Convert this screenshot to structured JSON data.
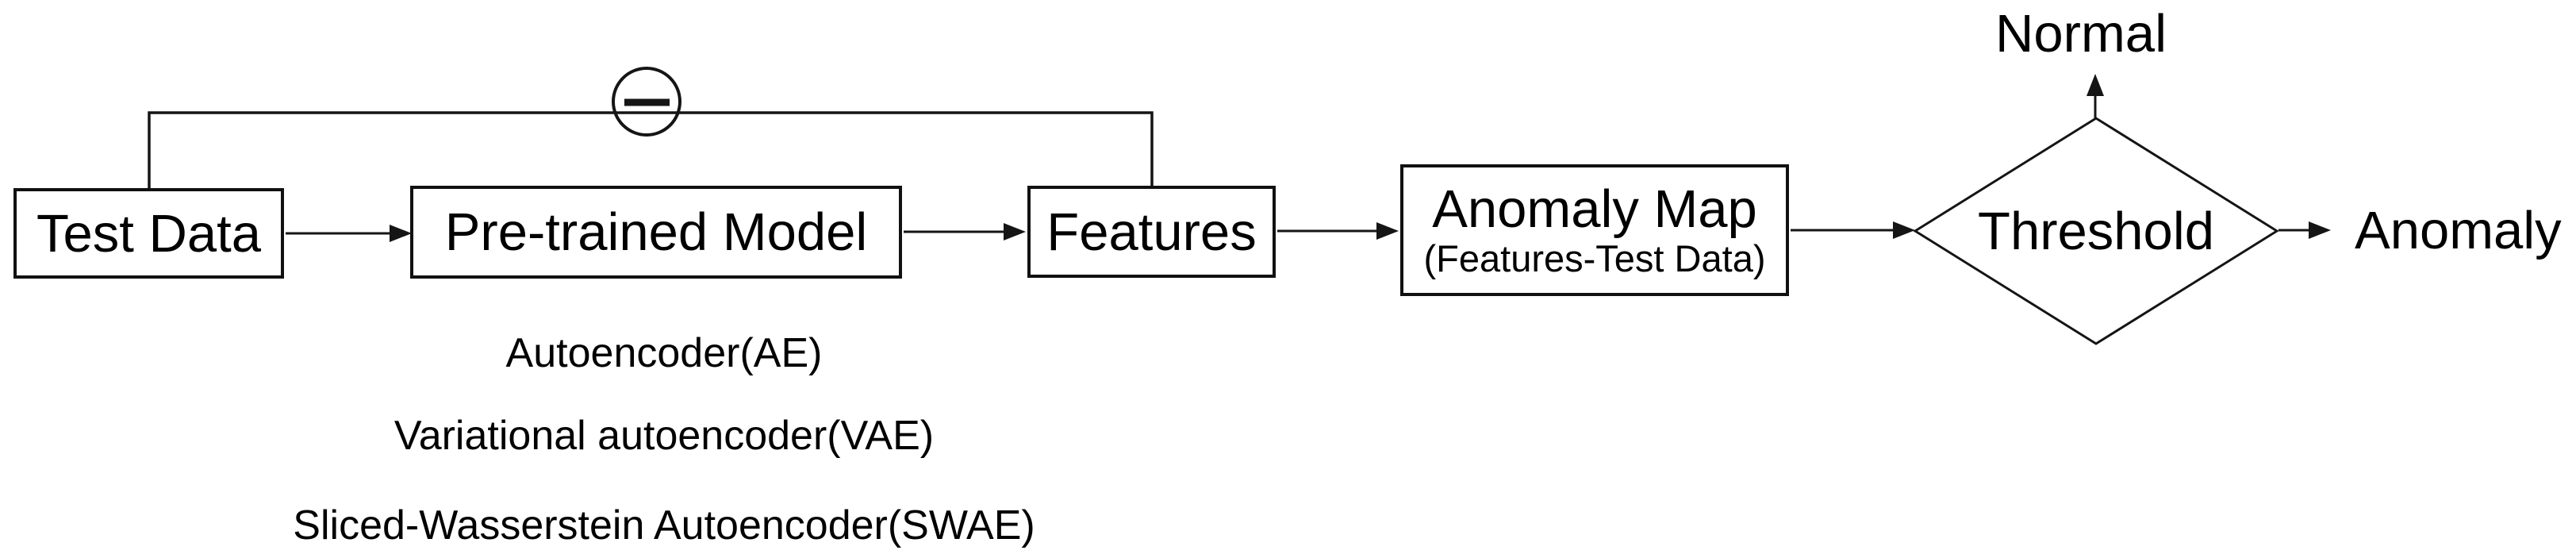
{
  "page": {
    "background": "#ffffff"
  },
  "colors": {
    "line": "#151515",
    "text": "#000000",
    "node_fill": "#ffffff"
  },
  "icons": {
    "minus_operator": "minus-circle-icon"
  },
  "operator": {
    "symbol": "−"
  },
  "nodes": {
    "test_data": {
      "label": "Test Data"
    },
    "pretrained_model": {
      "label": "Pre-trained Model"
    },
    "features": {
      "label": "Features"
    },
    "anomaly_map": {
      "title": "Anomaly Map",
      "subtitle": "(Features-Test Data)"
    },
    "threshold": {
      "label": "Threshold"
    }
  },
  "outputs": {
    "normal": "Normal",
    "anomaly": "Anomaly"
  },
  "model_types": [
    "Autoencoder(AE)",
    "Variational autoencoder(VAE)",
    "Sliced-Wasserstein Autoencoder(SWAE)"
  ]
}
